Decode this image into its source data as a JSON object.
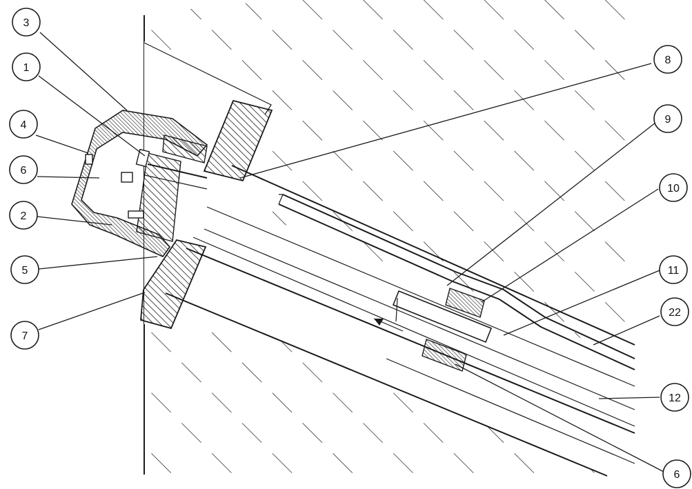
{
  "diagram": {
    "colors": {
      "line": "#1a1a1a",
      "background": "#ffffff",
      "hatch": "#1a1a1a"
    },
    "callouts": [
      {
        "id": "c3",
        "label": "3"
      },
      {
        "id": "c1",
        "label": "1"
      },
      {
        "id": "c4",
        "label": "4"
      },
      {
        "id": "c6a",
        "label": "6"
      },
      {
        "id": "c2",
        "label": "2"
      },
      {
        "id": "c5",
        "label": "5"
      },
      {
        "id": "c7",
        "label": "7"
      },
      {
        "id": "c8",
        "label": "8"
      },
      {
        "id": "c9",
        "label": "9"
      },
      {
        "id": "c10",
        "label": "10"
      },
      {
        "id": "c11",
        "label": "11"
      },
      {
        "id": "c22",
        "label": "22"
      },
      {
        "id": "c12",
        "label": "12"
      },
      {
        "id": "c6b",
        "label": "6"
      }
    ]
  }
}
